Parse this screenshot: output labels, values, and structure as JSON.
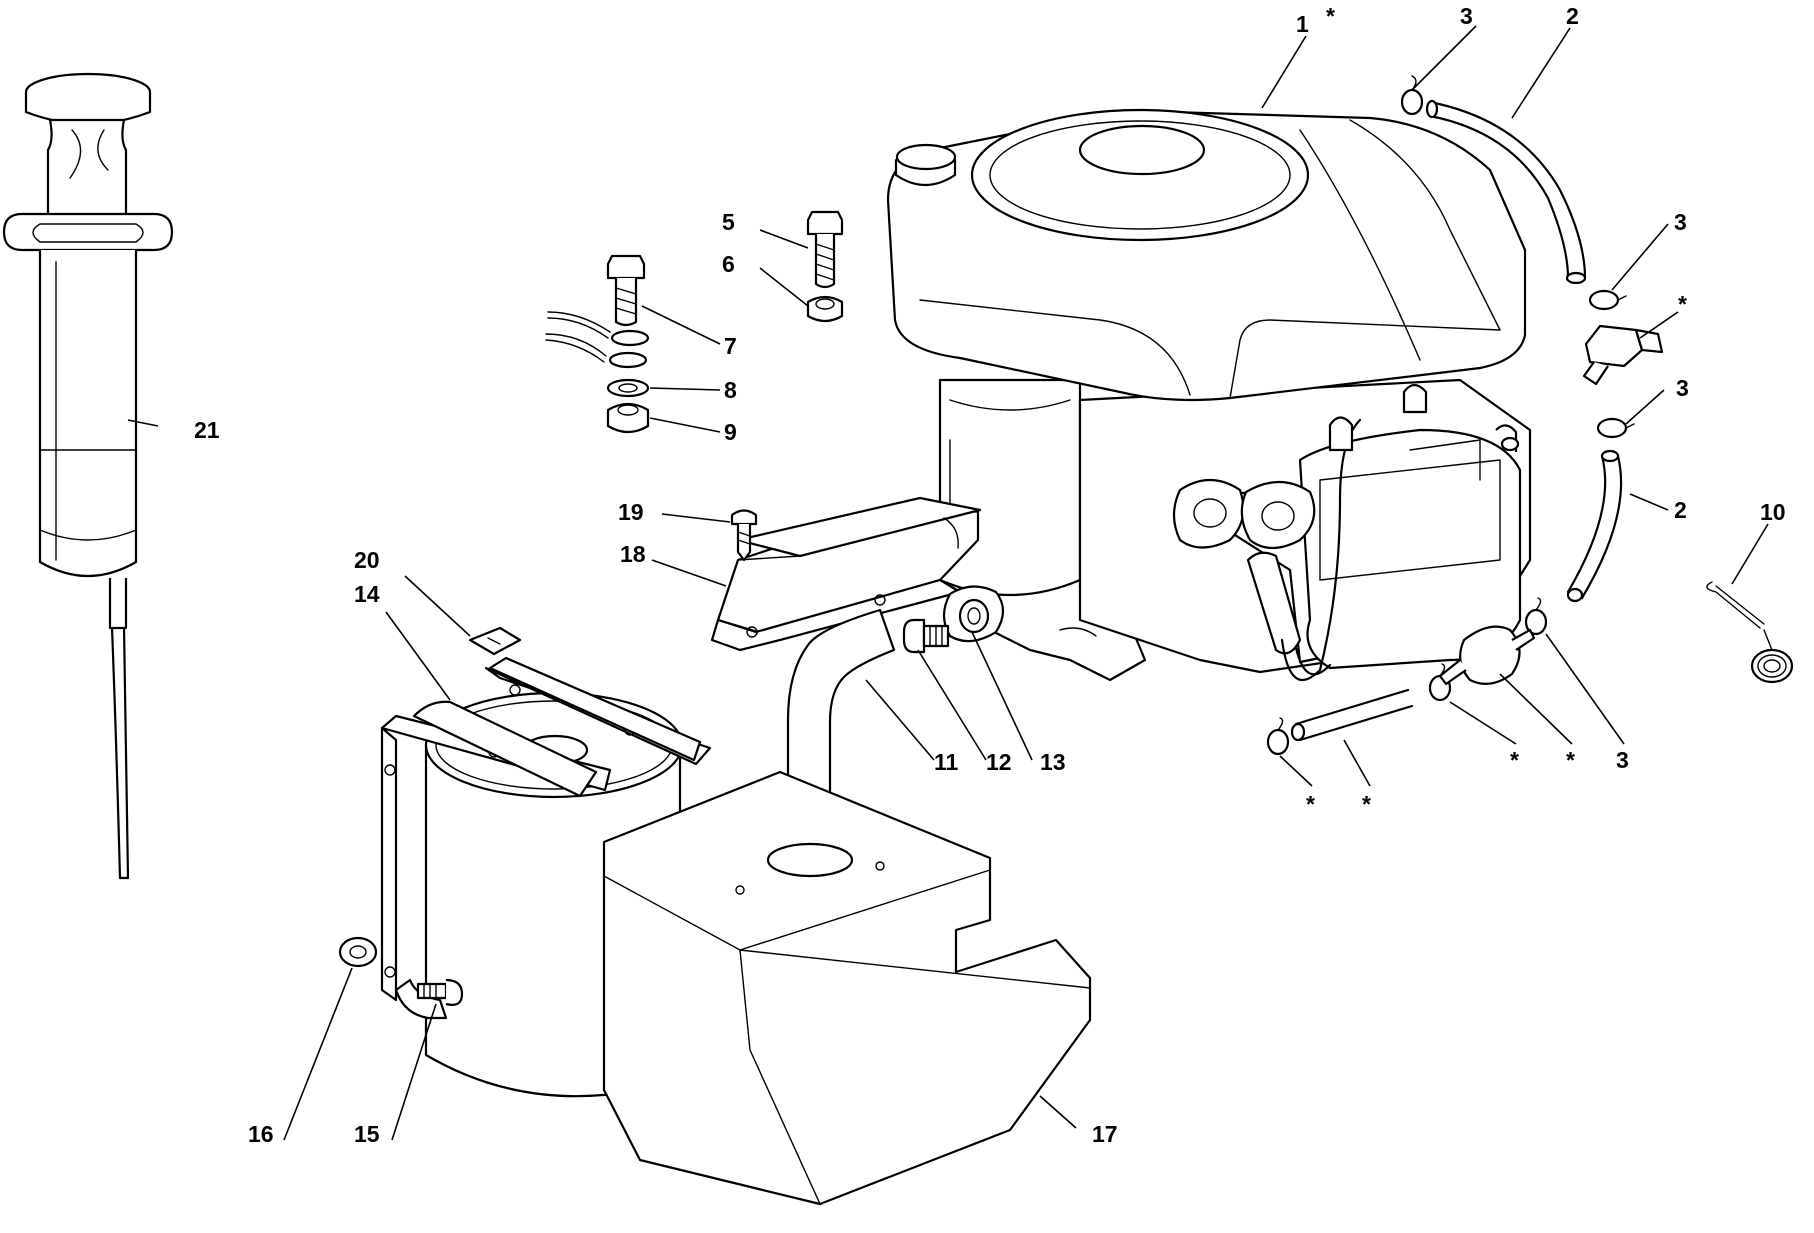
{
  "diagram": {
    "labels": {
      "p1": "1",
      "p1_star": "*",
      "p2a": "2",
      "p2b": "2",
      "p3a": "3",
      "p3b": "3",
      "p3c": "3",
      "p3d": "3",
      "star_tap": "*",
      "p5": "5",
      "p6": "6",
      "p7": "7",
      "p8": "8",
      "p9": "9",
      "p10": "10",
      "p11": "11",
      "p12": "12",
      "p13": "13",
      "p14": "14",
      "p15": "15",
      "p16": "16",
      "p17": "17",
      "p18": "18",
      "p19": "19",
      "p20": "20",
      "p21": "21",
      "star_a": "*",
      "star_b": "*",
      "star_c": "*",
      "star_d": "*"
    }
  }
}
